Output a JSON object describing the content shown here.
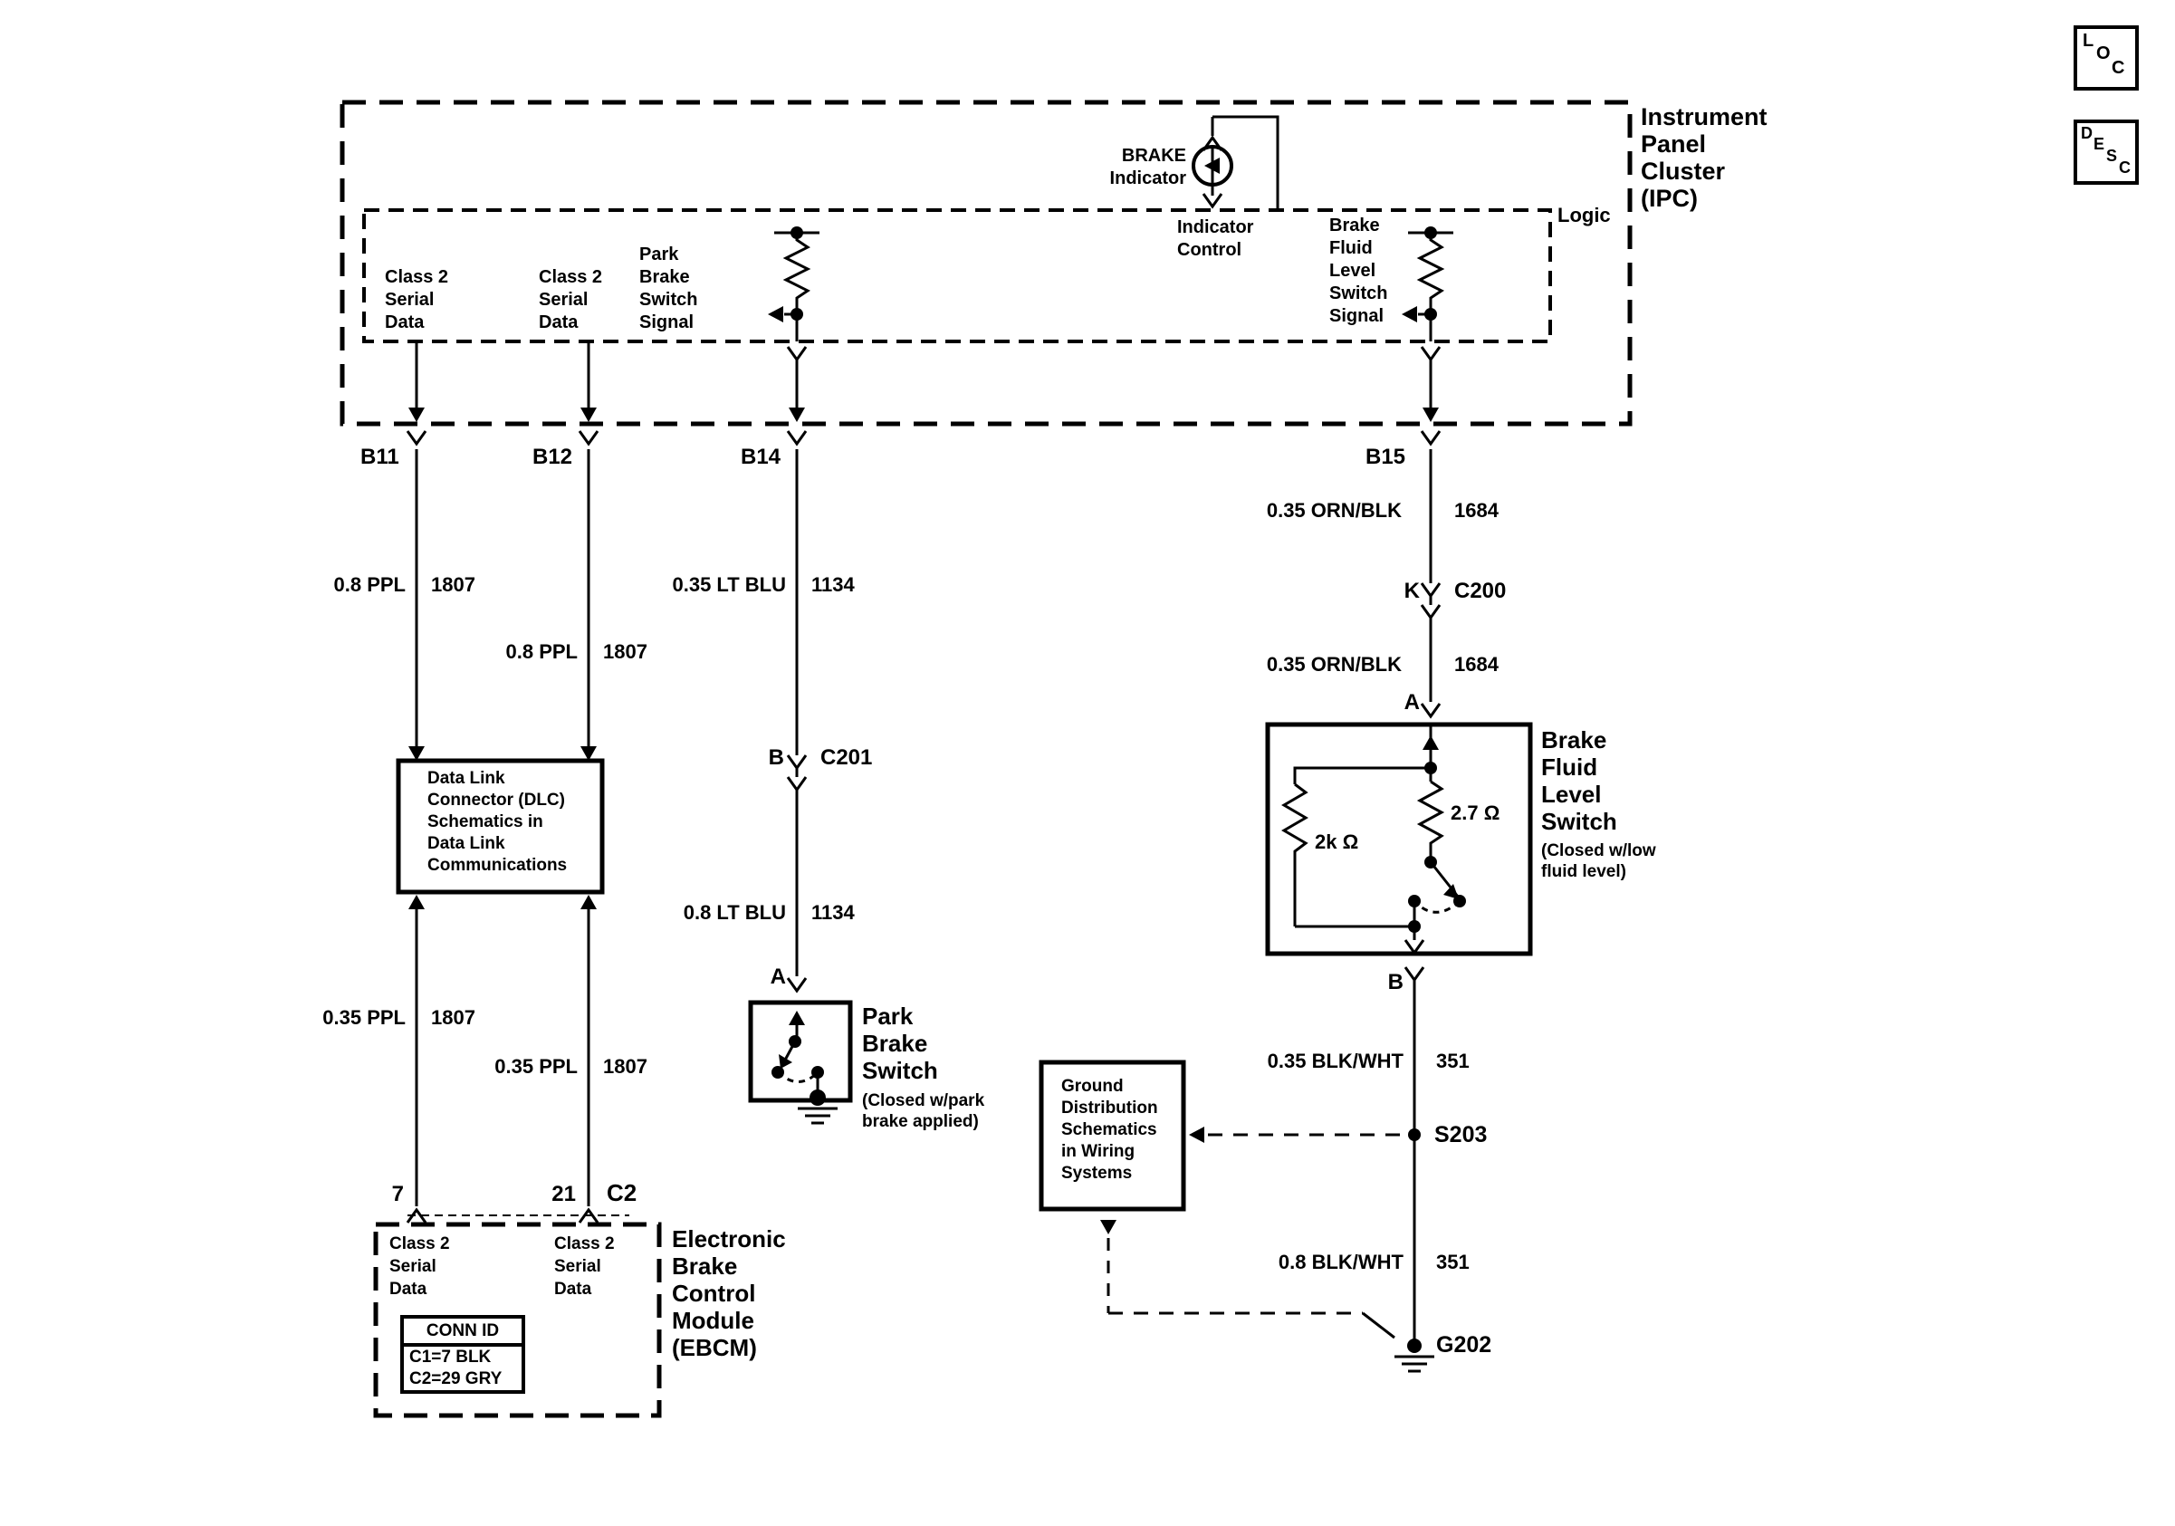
{
  "corner": {
    "loc_letters": [
      "L",
      "O",
      "C"
    ],
    "desc_letters": [
      "D",
      "E",
      "S",
      "C"
    ]
  },
  "ipc": {
    "title_lines": [
      "Instrument",
      "Panel",
      "Cluster",
      "(IPC)"
    ],
    "logic_label": "Logic",
    "brake_indicator_lines": [
      "BRAKE",
      "Indicator"
    ],
    "indicator_control_lines": [
      "Indicator",
      "Control"
    ],
    "class2_left_lines": [
      "Class 2",
      "Serial",
      "Data"
    ],
    "class2_right_lines": [
      "Class 2",
      "Serial",
      "Data"
    ],
    "park_signal_lines": [
      "Park",
      "Brake",
      "Switch",
      "Signal"
    ],
    "fluid_signal_lines": [
      "Brake",
      "Fluid",
      "Level",
      "Switch",
      "Signal"
    ],
    "pin_b11": "B11",
    "pin_b12": "B12",
    "pin_b14": "B14",
    "pin_b15": "B15"
  },
  "wires": {
    "ppl_b11": {
      "gauge_color": "0.8 PPL",
      "circuit": "1807"
    },
    "ppl_b12": {
      "gauge_color": "0.8 PPL",
      "circuit": "1807"
    },
    "ltblu_1": {
      "gauge_color": "0.35 LT BLU",
      "circuit": "1134"
    },
    "ltblu_2": {
      "gauge_color": "0.8 LT BLU",
      "circuit": "1134"
    },
    "ornblk_1": {
      "gauge_color": "0.35 ORN/BLK",
      "circuit": "1684"
    },
    "ornblk_2": {
      "gauge_color": "0.35 ORN/BLK",
      "circuit": "1684"
    },
    "ppl_pin7": {
      "gauge_color": "0.35 PPL",
      "circuit": "1807"
    },
    "ppl_pin21": {
      "gauge_color": "0.35 PPL",
      "circuit": "1807"
    },
    "blkwht_1": {
      "gauge_color": "0.35 BLK/WHT",
      "circuit": "351"
    },
    "blkwht_2": {
      "gauge_color": "0.8 BLK/WHT",
      "circuit": "351"
    }
  },
  "connectors": {
    "c200": {
      "pin": "K",
      "name": "C200"
    },
    "c201": {
      "pin": "B",
      "name": "C201"
    },
    "park_pin_a": "A",
    "fluid_pin_a": "A",
    "fluid_pin_b": "B",
    "ebcm_pin7": "7",
    "ebcm_pin21": "21",
    "ebcm_c2": "C2"
  },
  "dlc_box": {
    "lines": [
      "Data Link",
      "Connector (DLC)",
      "Schematics in",
      "Data Link",
      "Communications"
    ]
  },
  "park_switch": {
    "title_lines": [
      "Park",
      "Brake",
      "Switch"
    ],
    "note_lines": [
      "(Closed w/park",
      "brake applied)"
    ]
  },
  "fluid_switch": {
    "title_lines": [
      "Brake",
      "Fluid",
      "Level",
      "Switch"
    ],
    "note_lines": [
      "(Closed w/low",
      "fluid level)"
    ],
    "resistor_right": "2.7 Ω",
    "resistor_left": "2k Ω"
  },
  "ground_box": {
    "lines": [
      "Ground",
      "Distribution",
      "Schematics",
      "in Wiring",
      "Systems"
    ]
  },
  "grounds": {
    "splice": "S203",
    "ground": "G202"
  },
  "ebcm": {
    "title_lines": [
      "Electronic",
      "Brake",
      "Control",
      "Module",
      "(EBCM)"
    ],
    "class2_left_lines": [
      "Class 2",
      "Serial",
      "Data"
    ],
    "class2_right_lines": [
      "Class 2",
      "Serial",
      "Data"
    ],
    "conn_id": {
      "header": "CONN ID",
      "rows": [
        "C1=7 BLK",
        "C2=29 GRY"
      ]
    }
  },
  "colors": {
    "ink": "#000000",
    "paper": "#ffffff"
  }
}
